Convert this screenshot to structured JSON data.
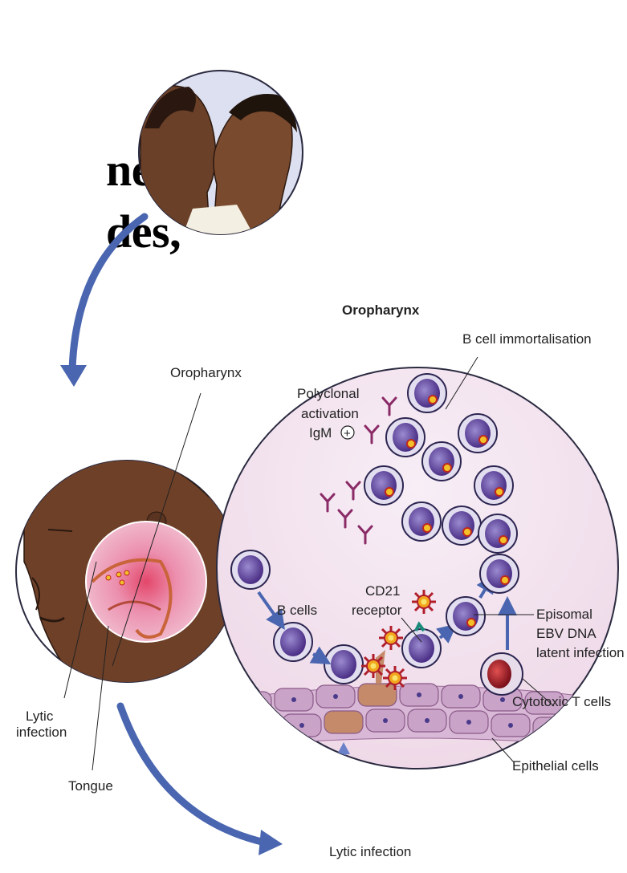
{
  "slide": {
    "line1": "nes.",
    "line2": "des,"
  },
  "diagram": {
    "oropharynx_title": "Oropharynx",
    "b_cell_immortalisation": "B cell immortalisation",
    "polyclonal": [
      "Polyclonal",
      "activation",
      "IgM"
    ],
    "plus_symbol": "+",
    "cd21": [
      "CD21",
      "receptor"
    ],
    "b_cells": "B cells",
    "episomal": [
      "Episomal",
      "EBV DNA",
      "latent infection"
    ],
    "cytotoxic_t_cells": "Cytotoxic T cells",
    "epithelial_cells": "Epithelial cells",
    "lytic_infection_bottom": "Lytic infection",
    "oropharynx_face": "Oropharynx",
    "lytic_infection_face": [
      "Lytic",
      "infection"
    ],
    "tongue": "Tongue"
  },
  "colors": {
    "arrow_blue": "#4a66b0",
    "skin": "#7a4a2e",
    "cell_purple": "#5a3a8a",
    "cell_membrane": "#d8d4ea",
    "virus_red": "#c8282a",
    "virus_yellow": "#f0c020",
    "epithelium": "#c9a3c8",
    "zoom_bg": "#f3e3ee"
  }
}
